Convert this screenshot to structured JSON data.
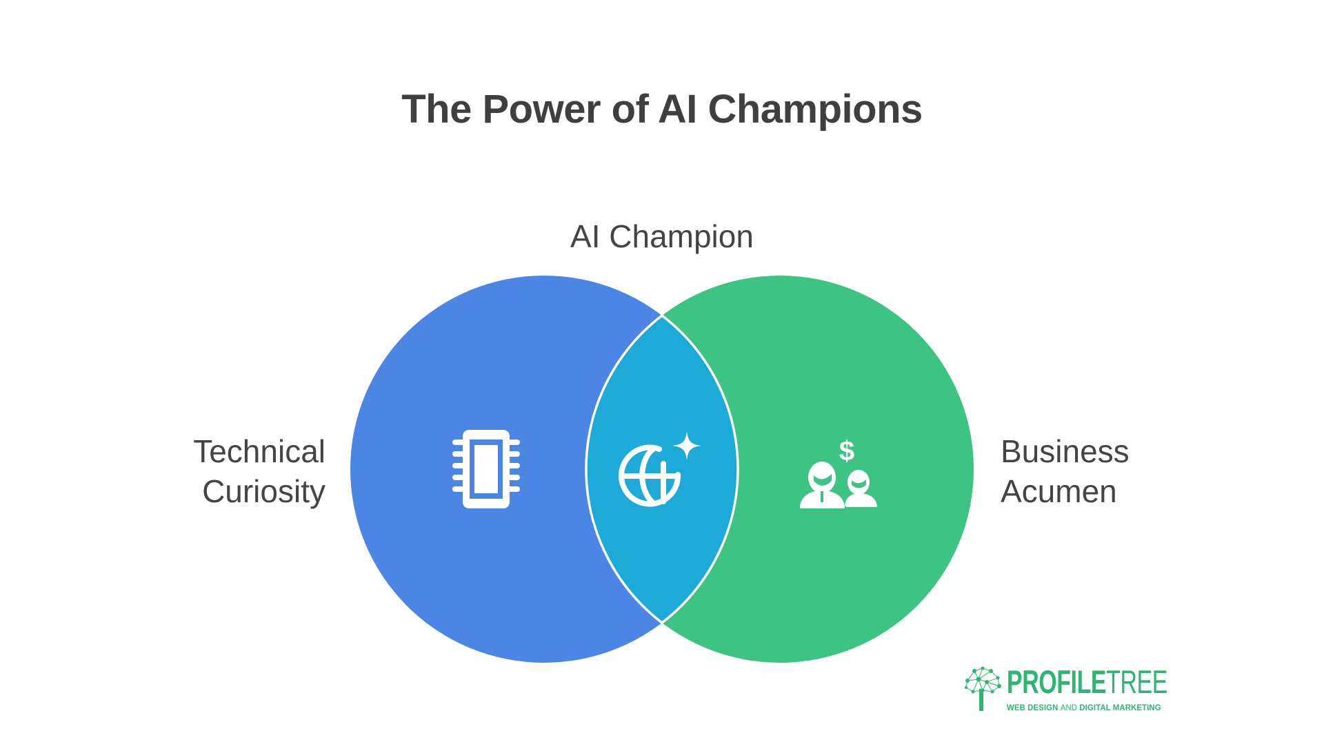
{
  "title": "The Power of AI Champions",
  "colors": {
    "background": "#ffffff",
    "title_text": "#3f3f3f",
    "label_text": "#444444",
    "circle_left": "#4c86e4",
    "circle_right": "#3dc482",
    "intersection": "#1eaad9",
    "intersection_border": "#ffffff",
    "icon": "#ffffff",
    "logo": "#2fb56f"
  },
  "venn": {
    "intersection_label": "AI Champion",
    "intersection_icon": "globe-sparkle-icon",
    "left": {
      "label_line1": "Technical",
      "label_line2": "Curiosity",
      "icon": "microchip-icon"
    },
    "right": {
      "label_line1": "Business",
      "label_line2": "Acumen",
      "icon": "people-money-icon"
    }
  },
  "chart_data": {
    "type": "venn",
    "title": "The Power of AI Champions",
    "sets": [
      {
        "name": "Technical Curiosity",
        "color": "#4c86e4",
        "icon": "microchip"
      },
      {
        "name": "Business Acumen",
        "color": "#3dc482",
        "icon": "people-money"
      }
    ],
    "intersections": [
      {
        "sets": [
          "Technical Curiosity",
          "Business Acumen"
        ],
        "name": "AI Champion",
        "color": "#1eaad9",
        "icon": "globe-sparkle"
      }
    ]
  },
  "logo": {
    "brand_bold": "PROFILE",
    "brand_light": "TREE",
    "tagline_part1": "WEB DESIGN ",
    "tagline_part2": "AND",
    "tagline_part3": " DIGITAL MARKETING"
  }
}
